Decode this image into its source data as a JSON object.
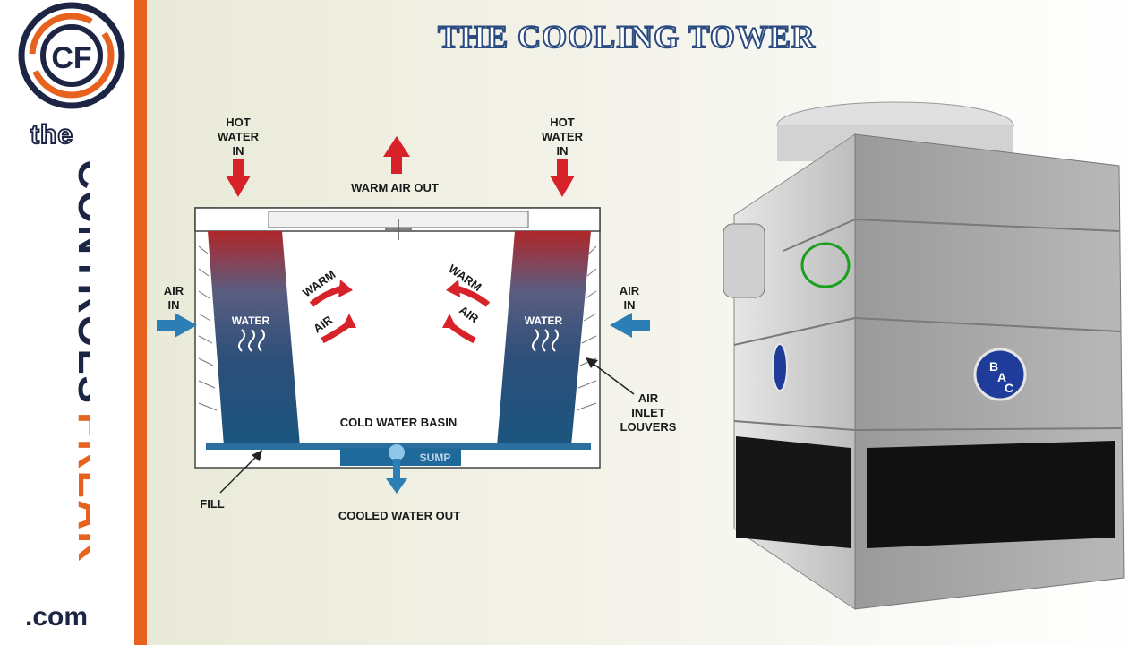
{
  "brand": {
    "logo_initials": "CF",
    "the": "the",
    "controls": "CONTROLS",
    "freak": "FREAK",
    "dotcom": ".com",
    "colors": {
      "navy": "#1d2545",
      "orange": "#e8621f"
    }
  },
  "title": "THE COOLING TOWER",
  "diagram": {
    "hot_water_in": [
      "HOT",
      "WATER",
      "IN"
    ],
    "warm_air_out": "WARM AIR OUT",
    "air_in": [
      "AIR",
      "IN"
    ],
    "water": "WATER",
    "warm": "WARM",
    "air": "AIR",
    "cold_water_basin": "COLD WATER BASIN",
    "sump": "SUMP",
    "fill": "FILL",
    "cooled_water_out": "COOLED WATER OUT",
    "air_inlet_louvers": [
      "AIR",
      "INLET",
      "LOUVERS"
    ],
    "colors": {
      "hot": "#d8222a",
      "water": "#1f4a78",
      "air_arrow": "#2b7fb4"
    }
  },
  "tower": {
    "badge": [
      "B",
      "A",
      "C"
    ]
  }
}
